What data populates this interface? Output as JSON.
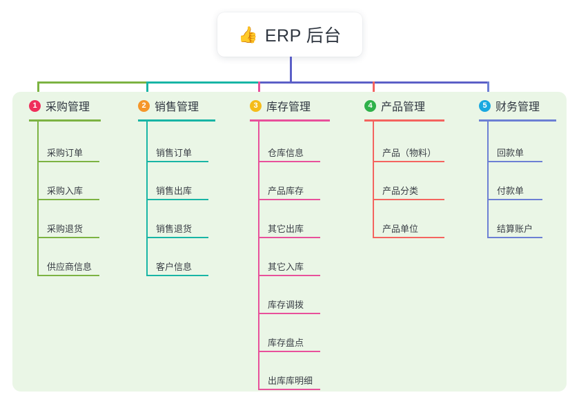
{
  "title": {
    "emoji": "👍",
    "emoji_name": "thumbs-up-emoji",
    "text": "ERP 后台"
  },
  "colors": {
    "panel_bg": "#eaf6e6",
    "card_bg": "#ffffff",
    "text": "#2f3640",
    "trunk": "#5b5fc7",
    "bus_green": "#7cb342",
    "bus_teal": "#18b5a5",
    "bus_purple": "#5b5fc7"
  },
  "columns": [
    {
      "index": "1",
      "title": "采购管理",
      "badge_color": "#ef2e5b",
      "line_color": "#7cb342",
      "drop_color": "#7cb342",
      "items": [
        "采购订单",
        "采购入库",
        "采购退货",
        "供应商信息"
      ]
    },
    {
      "index": "2",
      "title": "销售管理",
      "badge_color": "#f5962a",
      "line_color": "#18b5a5",
      "drop_color": "#18b5a5",
      "items": [
        "销售订单",
        "销售出库",
        "销售退货",
        "客户信息"
      ]
    },
    {
      "index": "3",
      "title": "库存管理",
      "badge_color": "#f5bc1a",
      "line_color": "#e8509b",
      "drop_color": "#e8509b",
      "items": [
        "仓库信息",
        "产品库存",
        "其它出库",
        "其它入库",
        "库存调拨",
        "库存盘点",
        "出库库明细"
      ]
    },
    {
      "index": "4",
      "title": "产品管理",
      "badge_color": "#2fb14a",
      "line_color": "#f4645f",
      "drop_color": "#f4645f",
      "items": [
        "产品（物料）",
        "产品分类",
        "产品单位"
      ]
    },
    {
      "index": "5",
      "title": "财务管理",
      "badge_color": "#19a8e0",
      "line_color": "#6c7fd4",
      "drop_color": "#6c7fd4",
      "items": [
        "回款单",
        "付款单",
        "结算账户"
      ]
    }
  ]
}
